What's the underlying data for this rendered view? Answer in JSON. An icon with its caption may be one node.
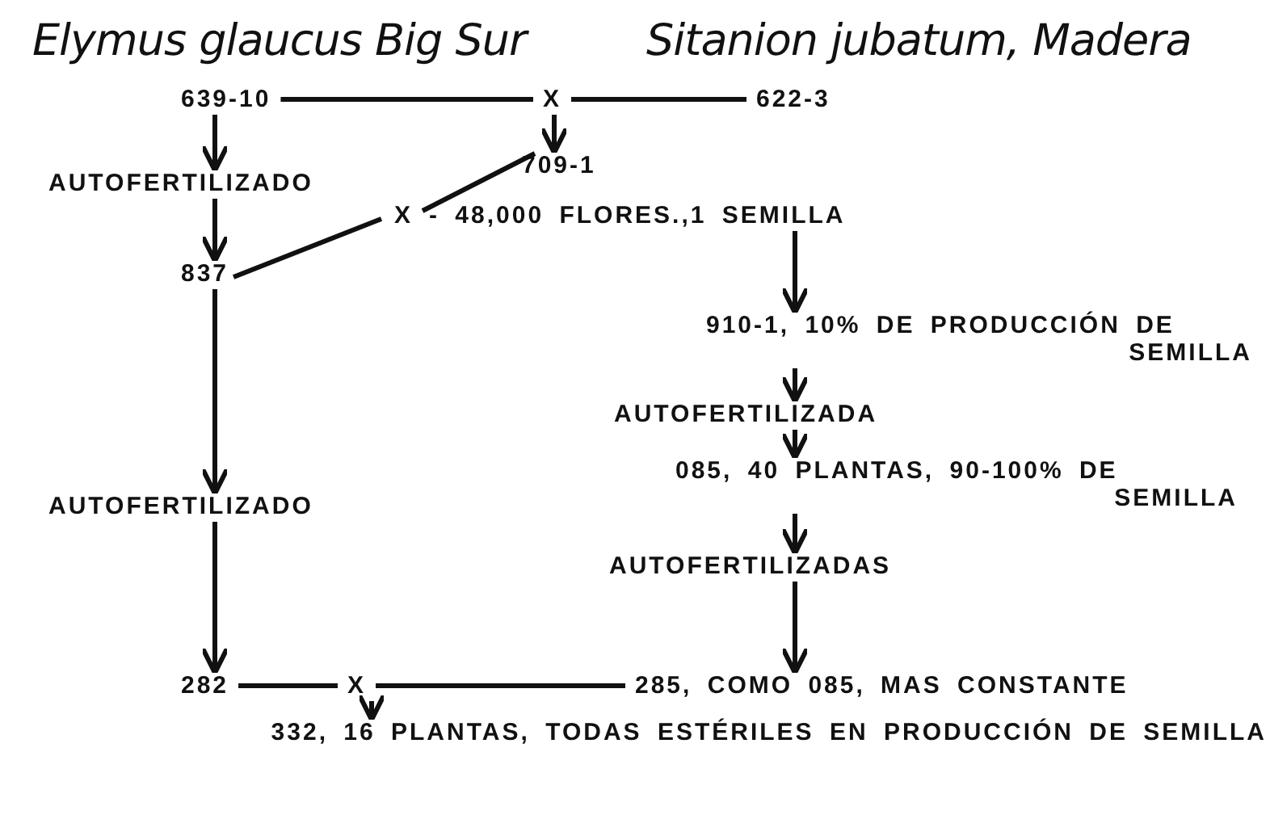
{
  "diagram": {
    "nodes": [
      {
        "text": [
          "639-10"
        ]
      },
      {
        "text": [
          "X"
        ]
      },
      {
        "text": [
          "622-3"
        ]
      },
      {
        "text": [
          "709-1"
        ]
      },
      {
        "text": [
          "AUTOFERTILIZADO"
        ]
      },
      {
        "text": [
          "837"
        ]
      },
      {
        "text": [
          "X"
        ],
        "beside": [
          "- 48,000 FLORES.,1 SEMILLA"
        ]
      },
      {
        "text": [
          "910-1, 10% DE PRODUCCIÓN DE SEMILLA"
        ]
      },
      {
        "text": [
          "AUTOFERTILIZADA"
        ]
      },
      {
        "text": [
          "085, 40 PLANTAS, 90-100% DE SEMILLA"
        ]
      },
      {
        "text": [
          "AUTOFERTILIZADAS"
        ]
      },
      {
        "text": [
          "AUTOFERTILIZADO"
        ]
      },
      {
        "text": [
          "282"
        ]
      },
      {
        "text": [
          "X"
        ]
      },
      {
        "text": [
          "285, COMO 085, MAS CONSTANTE"
        ]
      },
      {
        "text": [
          "332, 16 PLANTAS, TODAS ESTÉRILES EN PRODUCCIÓN DE SEMILLA"
        ]
      }
    ],
    "edges": [
      {
        "from": 0,
        "to": 1,
        "arrow": "none"
      },
      {
        "from": 1,
        "to": 2,
        "arrow": "none"
      },
      {
        "from": 1,
        "to": 3,
        "arrow": "to"
      },
      {
        "from": 0,
        "to": 4,
        "arrow": "to"
      },
      {
        "from": 4,
        "to": 5,
        "arrow": "to"
      },
      {
        "from": 5,
        "to": 6,
        "arrow": "none"
      },
      {
        "from": 6,
        "to": 3,
        "arrow": "none"
      },
      {
        "from": 6,
        "to": 7,
        "arrow": "to"
      },
      {
        "from": 7,
        "to": 8,
        "arrow": "to"
      },
      {
        "from": 8,
        "to": 9,
        "arrow": "to"
      },
      {
        "from": 9,
        "to": 10,
        "arrow": "to"
      },
      {
        "from": 10,
        "to": 14,
        "arrow": "to"
      },
      {
        "from": 5,
        "to": 11,
        "arrow": "to"
      },
      {
        "from": 11,
        "to": 12,
        "arrow": "to"
      },
      {
        "from": 12,
        "to": 13,
        "arrow": "none"
      },
      {
        "from": 13,
        "to": 14,
        "arrow": "none"
      },
      {
        "from": 13,
        "to": 15,
        "arrow": "to"
      }
    ],
    "labels": [
      "Elymus glaucus Big Sur",
      "Sitanion jubatum, Madera"
    ]
  }
}
